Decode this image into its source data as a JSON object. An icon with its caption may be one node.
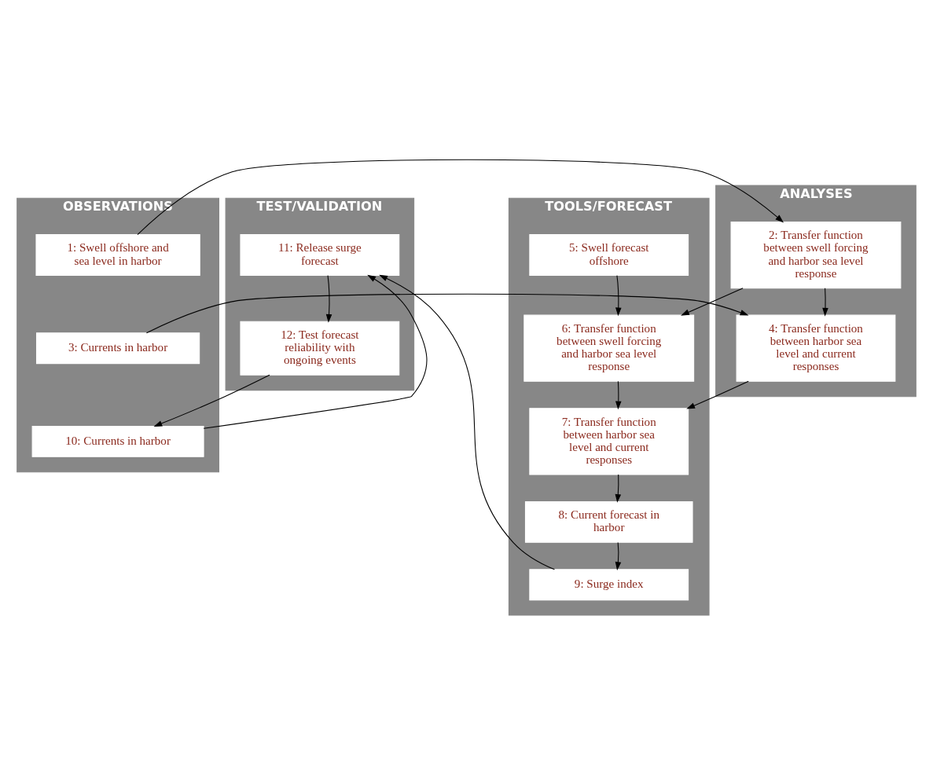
{
  "diagram": {
    "nodes": [
      {
        "text": [
          "OBSERVATIONS"
        ]
      },
      {
        "text": [
          "ANALYSES"
        ]
      },
      {
        "text": [
          "TOOLS/FORECAST"
        ]
      },
      {
        "text": [
          "TEST/VALIDATION"
        ]
      },
      {
        "text": [
          "1: Swell offshore and sea level in harbor"
        ],
        "in": 0
      },
      {
        "text": [
          "2: Transfer function between swell forcing and harbor sea level response"
        ],
        "in": 1
      },
      {
        "text": [
          "3: Currents in harbor"
        ],
        "in": 0
      },
      {
        "text": [
          "4: Transfer function between harbor sea level and current responses"
        ],
        "in": 1
      },
      {
        "text": [
          "5: Swell forecast offshore"
        ],
        "in": 2
      },
      {
        "text": [
          "6: Transfer function between swell forcing and harbor sea level response"
        ],
        "in": 2
      },
      {
        "text": [
          "7: Transfer function between harbor sea level and current responses"
        ],
        "in": 2
      },
      {
        "text": [
          "8: Current forecast in harbor"
        ],
        "in": 2
      },
      {
        "text": [
          "9: Surge index"
        ],
        "in": 2
      },
      {
        "text": [
          "10: Currents in harbor"
        ],
        "in": 0
      },
      {
        "text": [
          "11: Release surge forecast"
        ],
        "in": 3
      },
      {
        "text": [
          "12: Test forecast reliability with ongoing events"
        ],
        "in": 3
      }
    ],
    "edges": [
      {
        "from": 4,
        "to": 5,
        "arrow": "to"
      },
      {
        "from": 5,
        "to": 9,
        "arrow": "to"
      },
      {
        "from": 5,
        "to": 7,
        "arrow": "to"
      },
      {
        "from": 6,
        "to": 7,
        "arrow": "to"
      },
      {
        "from": 7,
        "to": 10,
        "arrow": "to"
      },
      {
        "from": 8,
        "to": 9,
        "arrow": "to"
      },
      {
        "from": 9,
        "to": 10,
        "arrow": "to"
      },
      {
        "from": 10,
        "to": 11,
        "arrow": "to"
      },
      {
        "from": 11,
        "to": 12,
        "arrow": "to"
      },
      {
        "from": 12,
        "to": 14,
        "arrow": "to"
      },
      {
        "from": 13,
        "to": 14,
        "arrow": "to"
      },
      {
        "from": 14,
        "to": 15,
        "arrow": "to"
      },
      {
        "from": 15,
        "to": 13,
        "arrow": "to"
      }
    ]
  }
}
